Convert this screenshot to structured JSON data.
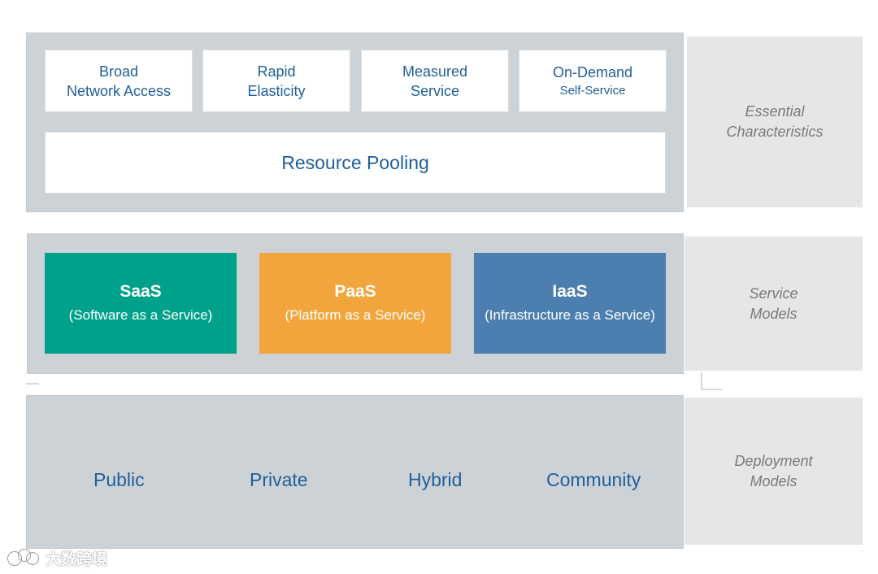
{
  "essential": {
    "characteristics": [
      {
        "line1": "Broad",
        "line2": "Network Access"
      },
      {
        "line1": "Rapid",
        "line2": "Elasticity"
      },
      {
        "line1": "Measured",
        "line2": "Service"
      },
      {
        "line1": "On-Demand",
        "line2": "Self-Service"
      }
    ],
    "resource_pooling": "Resource Pooling",
    "side_label": {
      "line1": "Essential",
      "line2": "Characteristics"
    }
  },
  "service": {
    "models": [
      {
        "name": "SaaS",
        "full": "(Software as a Service)",
        "color": "#00a18a"
      },
      {
        "name": "PaaS",
        "full": "(Platform as a Service)",
        "color": "#f2a53c"
      },
      {
        "name": "IaaS",
        "full": "(Infrastructure as a Service)",
        "color": "#4c7fb0"
      }
    ],
    "side_label": {
      "line1": "Service",
      "line2": "Models"
    }
  },
  "deployment": {
    "models": [
      "Public",
      "Private",
      "Hybrid",
      "Community"
    ],
    "side_label": {
      "line1": "Deployment",
      "line2": "Models"
    }
  },
  "watermark": {
    "text": "大数跨境",
    "icon": "cloud-logo-icon"
  },
  "colors": {
    "panel": "#cdd2d6",
    "side": "#e6e6e6",
    "text_blue": "#1f5f9a"
  }
}
